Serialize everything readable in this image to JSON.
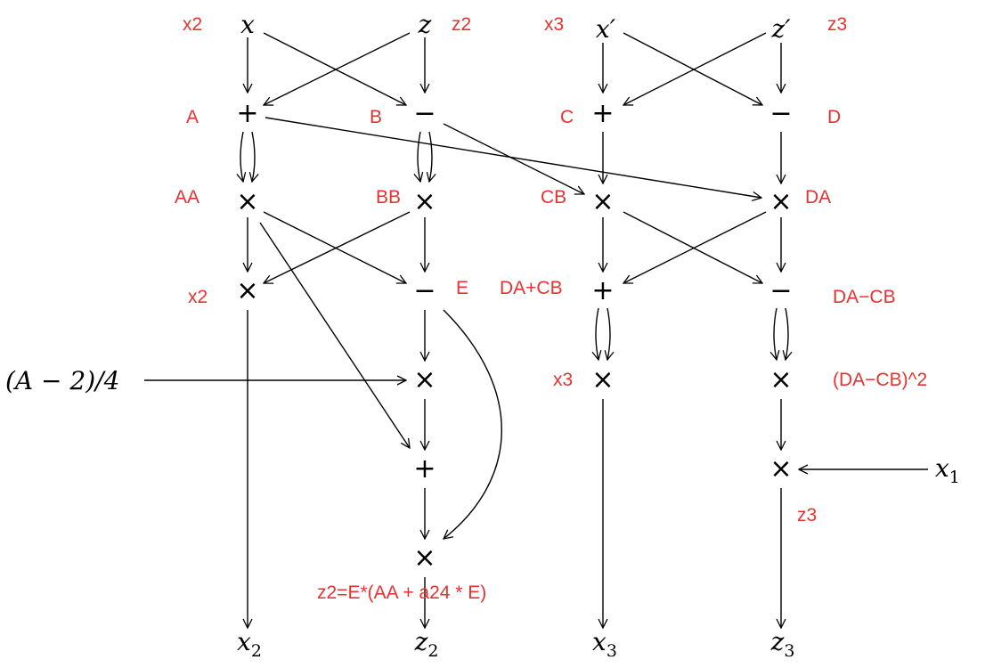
{
  "colors": {
    "label": "#e8322f",
    "ink": "#000000"
  },
  "inputs": {
    "x": "x",
    "z": "z",
    "x_prime": "x′",
    "z_prime": "z′"
  },
  "outputs": {
    "x2": {
      "base": "x",
      "sub": "2"
    },
    "z2": {
      "base": "z",
      "sub": "2"
    },
    "x3": {
      "base": "x",
      "sub": "3"
    },
    "z3": {
      "base": "z",
      "sub": "3"
    }
  },
  "external": {
    "a24": "(A − 2)/4",
    "x1": {
      "base": "x",
      "sub": "1"
    }
  },
  "operators": {
    "plus": "+",
    "minus": "−",
    "times": "×"
  },
  "labels": {
    "x2_top": "x2",
    "z2_top": "z2",
    "x3_top": "x3",
    "z3_top": "z3",
    "A": "A",
    "B": "B",
    "C": "C",
    "D": "D",
    "AA": "AA",
    "BB": "BB",
    "CB": "CB",
    "DA": "DA",
    "x2_mid": "x2",
    "E": "E",
    "DA_plus_CB": "DA+CB",
    "DA_minus_CB": "DA−CB",
    "x3_mid": "x3",
    "DA_minus_CB_sq": "(DA−CB)^2",
    "z3_low": "z3",
    "z2_formula": "z2=E*(AA + a24 * E)"
  }
}
